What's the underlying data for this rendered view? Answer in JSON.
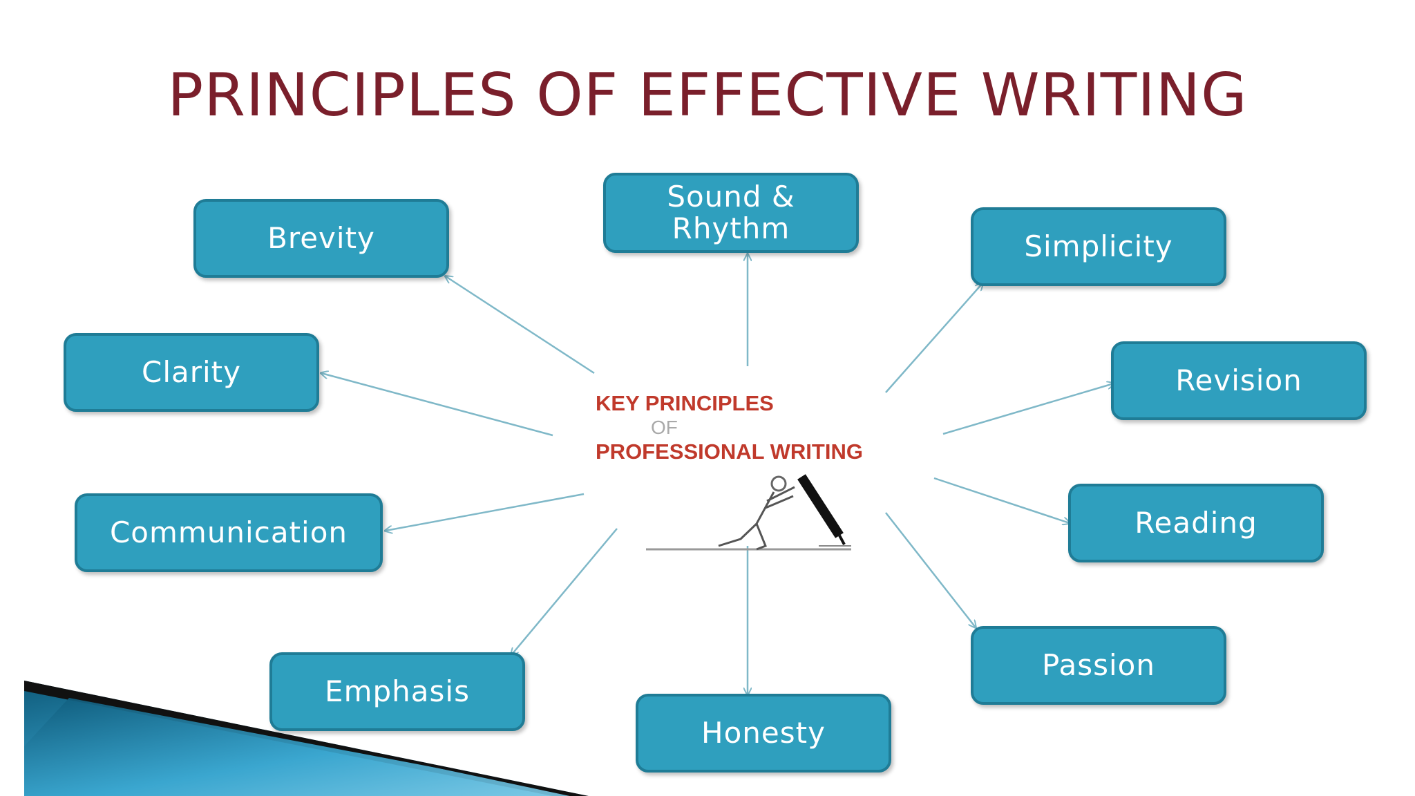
{
  "title": "PRINCIPLES OF EFFECTIVE WRITING",
  "center": {
    "line1": "KEY PRINCIPLES",
    "line2": "OF",
    "line3": "PROFESSIONAL WRITING"
  },
  "nodes": {
    "brevity": "Brevity",
    "sound_line1": "Sound &",
    "sound_line2": "Rhythm",
    "simplicity": "Simplicity",
    "clarity": "Clarity",
    "revision": "Revision",
    "communication": "Communication",
    "reading": "Reading",
    "emphasis": "Emphasis",
    "passion": "Passion",
    "honesty": "Honesty"
  },
  "colors": {
    "title": "#7a1f2b",
    "node_fill": "#2f9fbe",
    "node_border": "#1f7c96",
    "node_text": "#ffffff",
    "center_text": "#c0392b",
    "arrow": "#7fb8c8"
  },
  "icons": [
    "writing-figure-icon",
    "slide-corner-decoration"
  ]
}
